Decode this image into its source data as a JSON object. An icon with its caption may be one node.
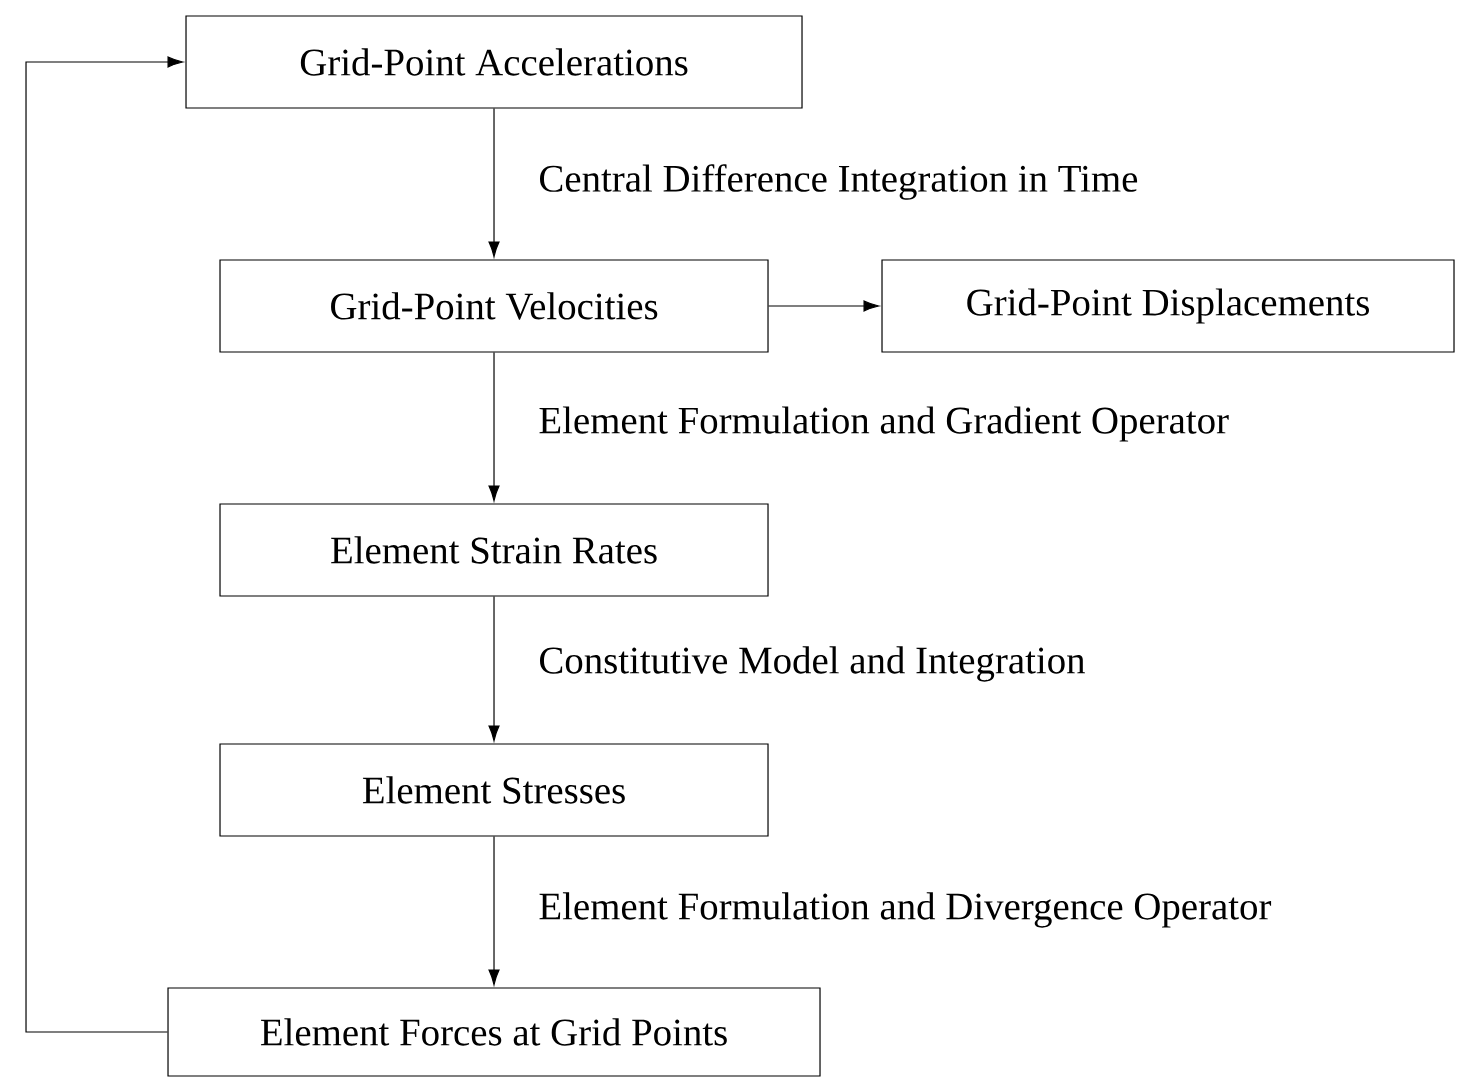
{
  "diagram": {
    "nodes": [
      {
        "text": [
          "Grid-Point Accelerations"
        ]
      },
      {
        "text": [
          "Grid-Point Velocities"
        ]
      },
      {
        "text": [
          "Grid-Point Displacements"
        ]
      },
      {
        "text": [
          "Element Strain Rates"
        ]
      },
      {
        "text": [
          "Element Stresses"
        ]
      },
      {
        "text": [
          "Element Forces at Grid Points"
        ]
      }
    ],
    "edges": [
      {
        "from": 0,
        "to": 1,
        "arrow": "to",
        "label": "Central Difference Integration in Time"
      },
      {
        "from": 1,
        "to": 2,
        "arrow": "to"
      },
      {
        "from": 1,
        "to": 3,
        "arrow": "to",
        "label": "Element Formulation and Gradient Operator"
      },
      {
        "from": 3,
        "to": 4,
        "arrow": "to",
        "label": "Constitutive Model and Integration"
      },
      {
        "from": 4,
        "to": 5,
        "arrow": "to",
        "label": "Element Formulation and Divergence Operator"
      },
      {
        "from": 5,
        "to": 0,
        "arrow": "to"
      }
    ]
  }
}
